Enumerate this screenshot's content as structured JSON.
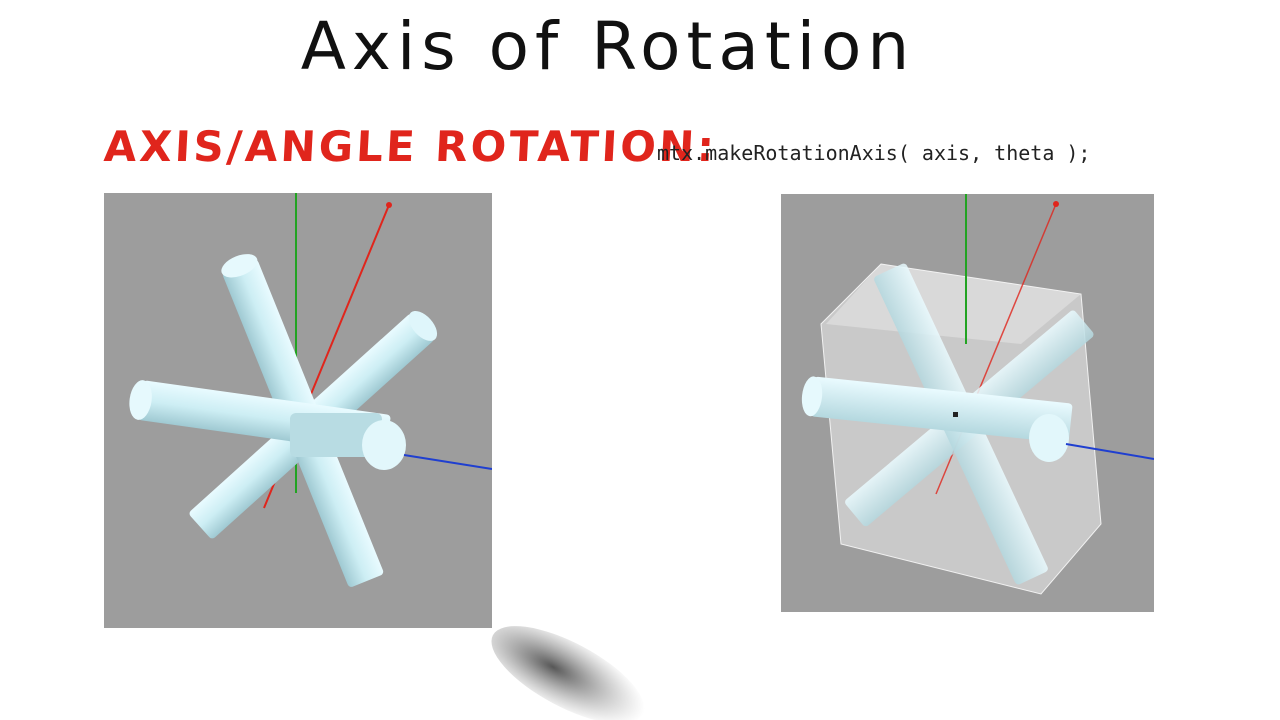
{
  "slide": {
    "title": "Axis of Rotation",
    "subtitle_label": "AXIS/ANGLE ROTATION:",
    "code": "mtx.makeRotationAxis( axis, theta );"
  },
  "viewports": {
    "left": {
      "content": "cylinder-star-model",
      "background": "#9d9d9d"
    },
    "right": {
      "content": "cylinder-star-model-with-transparent-cube",
      "background": "#9d9d9d"
    }
  },
  "colors": {
    "title": "#111111",
    "label": "#e0251c",
    "axis_x": "#e0251c",
    "axis_y": "#22a322",
    "axis_z": "#1f3fd0",
    "cylinder": "#cfeef4"
  }
}
